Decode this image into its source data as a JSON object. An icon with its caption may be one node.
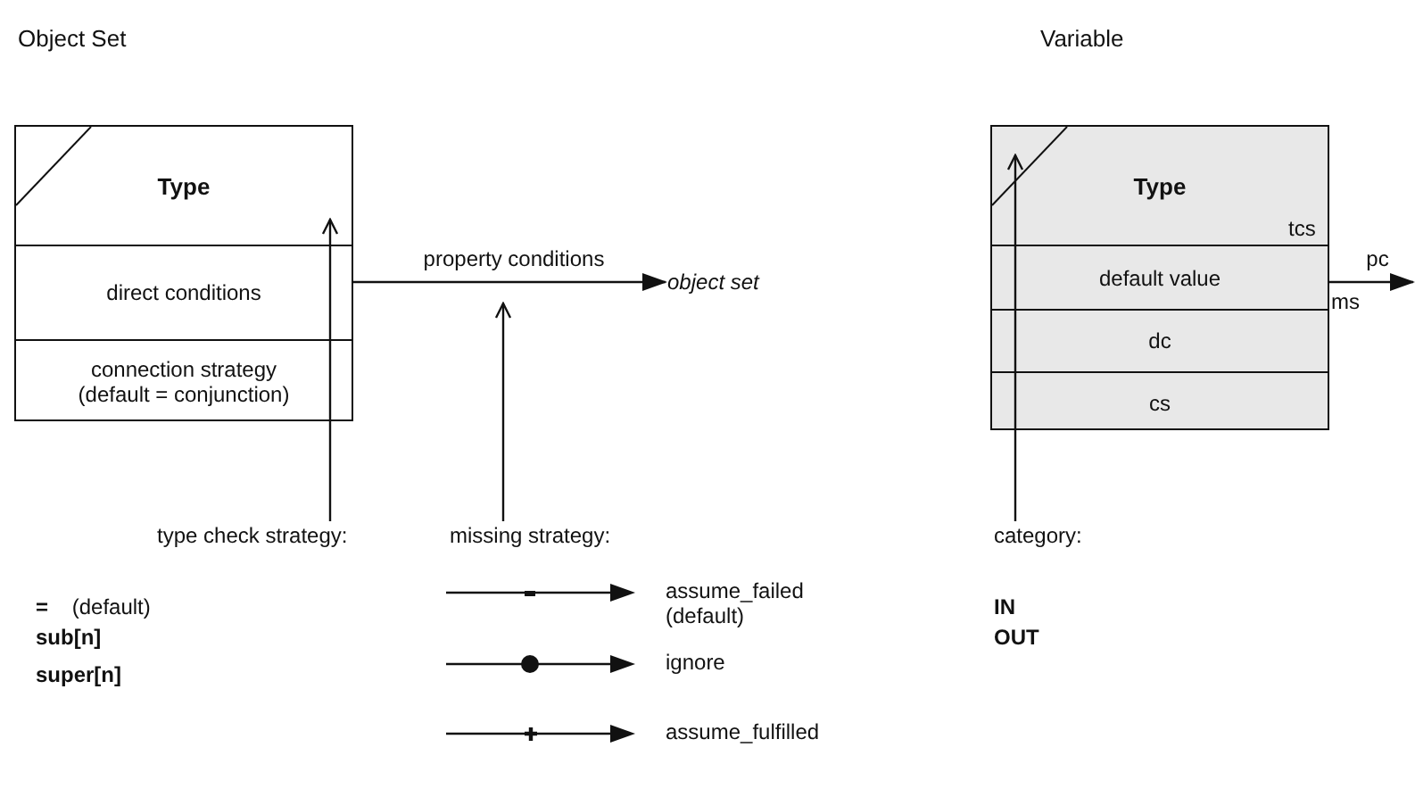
{
  "diagram": {
    "nodes": [
      {
        "text": [
          "Object Set",
          "Type",
          "direct conditions",
          "connection strategy (default = conjunction)"
        ]
      },
      {
        "text": [
          "object set"
        ]
      },
      {
        "text": [
          "type check strategy:"
        ]
      },
      {
        "text": [
          "missing strategy:"
        ]
      },
      {
        "text": [
          "Variable",
          "Type",
          "tcs",
          "default value",
          "dc",
          "cs"
        ]
      },
      {
        "text": [
          "category:"
        ]
      }
    ],
    "edges": [
      {
        "from": 0,
        "to": 1,
        "arrow": "to",
        "label": "property conditions"
      },
      {
        "from": 2,
        "to": 0,
        "arrow": "to"
      },
      {
        "from": 3,
        "to": null,
        "arrow": "to"
      },
      {
        "from": 5,
        "to": 4,
        "arrow": "to"
      },
      {
        "from": 4,
        "to": null,
        "arrow": "to",
        "label": "pc"
      }
    ],
    "labels": [
      "ms",
      "**=** (default)",
      "sub[n]",
      "super[n]",
      "IN",
      "OUT"
    ],
    "legend": [
      {
        "text": "assume_failed (default)"
      },
      {
        "text": "ignore"
      },
      {
        "text": "assume_fulfilled"
      }
    ]
  }
}
